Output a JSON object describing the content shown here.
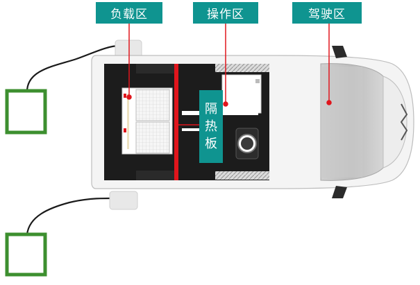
{
  "labels": {
    "load_zone": "负载区",
    "operation_zone": "操作区",
    "driver_zone": "驾驶区",
    "heat_shield": [
      "隔",
      "热",
      "板"
    ]
  },
  "colors": {
    "label_bg": "#0f9490",
    "label_text": "#ffffff",
    "partition": "#e0151c",
    "leader_line": "#e0151c",
    "ground_pad": "#3d8f2f",
    "cable": "#1a1a1a",
    "cargo_floor": "#1c1c1c",
    "van_body": "#f4f4f4"
  }
}
